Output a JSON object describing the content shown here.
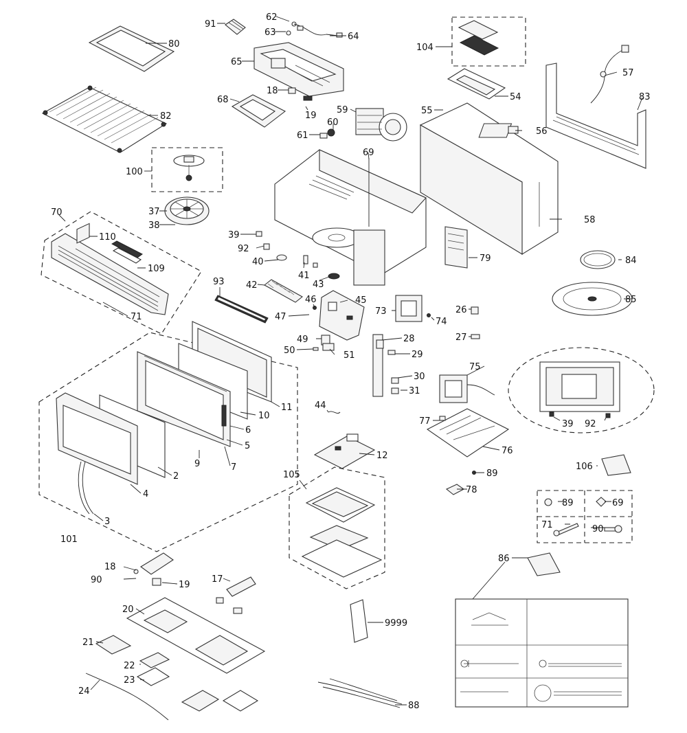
{
  "callouts": [
    {
      "id": "80",
      "label": "80"
    },
    {
      "id": "82",
      "label": "82"
    },
    {
      "id": "100",
      "label": "100"
    },
    {
      "id": "37",
      "label": "37"
    },
    {
      "id": "38",
      "label": "38"
    },
    {
      "id": "70",
      "label": "70"
    },
    {
      "id": "110",
      "label": "110"
    },
    {
      "id": "109",
      "label": "109"
    },
    {
      "id": "71a",
      "label": "71"
    },
    {
      "id": "91",
      "label": "91"
    },
    {
      "id": "62",
      "label": "62"
    },
    {
      "id": "63",
      "label": "63"
    },
    {
      "id": "64",
      "label": "64"
    },
    {
      "id": "65",
      "label": "65"
    },
    {
      "id": "18a",
      "label": "18"
    },
    {
      "id": "19a",
      "label": "19"
    },
    {
      "id": "68",
      "label": "68"
    },
    {
      "id": "59",
      "label": "59"
    },
    {
      "id": "60",
      "label": "60"
    },
    {
      "id": "61",
      "label": "61"
    },
    {
      "id": "69a",
      "label": "69"
    },
    {
      "id": "39a",
      "label": "39"
    },
    {
      "id": "92a",
      "label": "92"
    },
    {
      "id": "40",
      "label": "40"
    },
    {
      "id": "41",
      "label": "41"
    },
    {
      "id": "43",
      "label": "43"
    },
    {
      "id": "42",
      "label": "42"
    },
    {
      "id": "93",
      "label": "93"
    },
    {
      "id": "46",
      "label": "46"
    },
    {
      "id": "45",
      "label": "45"
    },
    {
      "id": "47",
      "label": "47"
    },
    {
      "id": "49",
      "label": "49"
    },
    {
      "id": "50",
      "label": "50"
    },
    {
      "id": "51",
      "label": "51"
    },
    {
      "id": "104",
      "label": "104"
    },
    {
      "id": "54",
      "label": "54"
    },
    {
      "id": "55",
      "label": "55"
    },
    {
      "id": "56",
      "label": "56"
    },
    {
      "id": "57",
      "label": "57"
    },
    {
      "id": "83",
      "label": "83"
    },
    {
      "id": "58",
      "label": "58"
    },
    {
      "id": "79",
      "label": "79"
    },
    {
      "id": "84",
      "label": "84"
    },
    {
      "id": "85",
      "label": "85"
    },
    {
      "id": "73",
      "label": "73"
    },
    {
      "id": "74",
      "label": "74"
    },
    {
      "id": "26",
      "label": "26"
    },
    {
      "id": "27",
      "label": "27"
    },
    {
      "id": "28",
      "label": "28"
    },
    {
      "id": "29",
      "label": "29"
    },
    {
      "id": "30",
      "label": "30"
    },
    {
      "id": "31",
      "label": "31"
    },
    {
      "id": "75",
      "label": "75"
    },
    {
      "id": "77",
      "label": "77"
    },
    {
      "id": "76",
      "label": "76"
    },
    {
      "id": "89a",
      "label": "89"
    },
    {
      "id": "78",
      "label": "78"
    },
    {
      "id": "39b",
      "label": "39"
    },
    {
      "id": "92b",
      "label": "92"
    },
    {
      "id": "11",
      "label": "11"
    },
    {
      "id": "10",
      "label": "10"
    },
    {
      "id": "6",
      "label": "6"
    },
    {
      "id": "5",
      "label": "5"
    },
    {
      "id": "7",
      "label": "7"
    },
    {
      "id": "9",
      "label": "9"
    },
    {
      "id": "2",
      "label": "2"
    },
    {
      "id": "4",
      "label": "4"
    },
    {
      "id": "3",
      "label": "3"
    },
    {
      "id": "101",
      "label": "101"
    },
    {
      "id": "44",
      "label": "44"
    },
    {
      "id": "12",
      "label": "12"
    },
    {
      "id": "105",
      "label": "105"
    },
    {
      "id": "106",
      "label": "106"
    },
    {
      "id": "89b",
      "label": "89"
    },
    {
      "id": "69b",
      "label": "69"
    },
    {
      "id": "71b",
      "label": "71"
    },
    {
      "id": "90a",
      "label": "90"
    },
    {
      "id": "86",
      "label": "86"
    },
    {
      "id": "18b",
      "label": "18"
    },
    {
      "id": "90b",
      "label": "90"
    },
    {
      "id": "19b",
      "label": "19"
    },
    {
      "id": "17",
      "label": "17"
    },
    {
      "id": "20",
      "label": "20"
    },
    {
      "id": "21",
      "label": "21"
    },
    {
      "id": "22",
      "label": "22"
    },
    {
      "id": "23",
      "label": "23"
    },
    {
      "id": "24",
      "label": "24"
    },
    {
      "id": "9999",
      "label": "9999"
    },
    {
      "id": "88",
      "label": "88"
    }
  ]
}
